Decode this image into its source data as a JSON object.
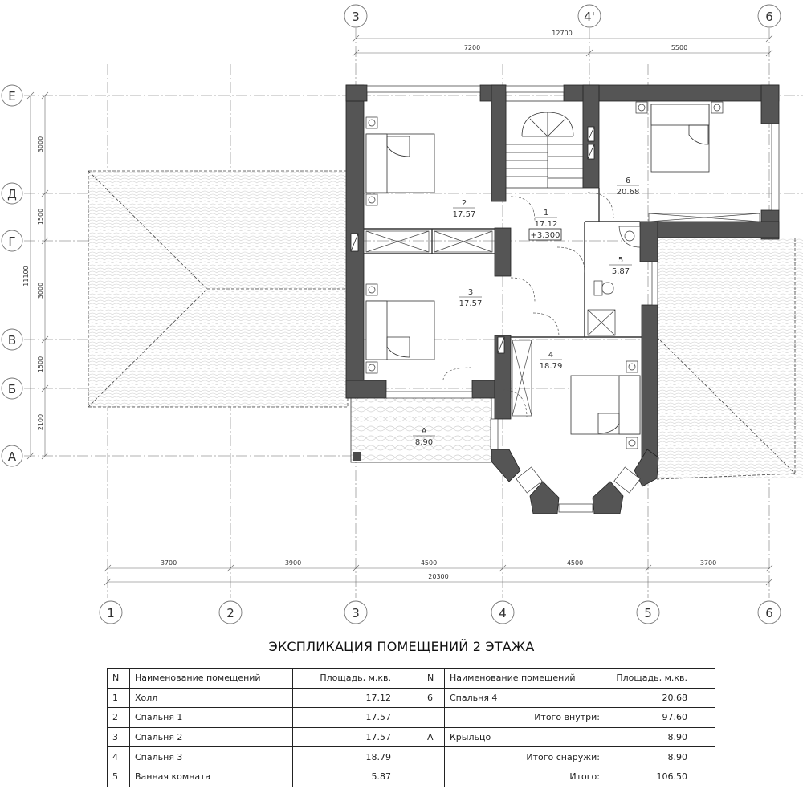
{
  "plan": {
    "top_axes": [
      "3",
      "4'",
      "6"
    ],
    "bottom_axes": [
      "1",
      "2",
      "3",
      "4",
      "5",
      "6"
    ],
    "left_axes": [
      "Е",
      "Д",
      "Г",
      "В",
      "Б",
      "А"
    ],
    "top_total": "12700",
    "top_segments": [
      "7200",
      "5500"
    ],
    "bottom_total": "20300",
    "bottom_segments": [
      "3700",
      "3900",
      "4500",
      "4500",
      "3700"
    ],
    "left_total": "11100",
    "left_segments": [
      "3000",
      "1500",
      "3000",
      "1500",
      "2100"
    ],
    "rooms": [
      {
        "num": "1",
        "area": "17.12",
        "level": "+3.300"
      },
      {
        "num": "2",
        "area": "17.57"
      },
      {
        "num": "3",
        "area": "17.57"
      },
      {
        "num": "4",
        "area": "18.79"
      },
      {
        "num": "5",
        "area": "5.87"
      },
      {
        "num": "6",
        "area": "20.68"
      },
      {
        "num": "А",
        "area": "8.90"
      }
    ]
  },
  "table": {
    "title": "ЭКСПЛИКАЦИЯ ПОМЕЩЕНИЙ 2 ЭТАЖА",
    "headers": {
      "n": "N",
      "name": "Наименование помещений",
      "area": "Площадь, м.кв.",
      "n2": "N",
      "name2": "Наименование помещений",
      "area2": "Площадь, м.кв."
    },
    "rows": [
      {
        "n": "1",
        "name": "Холл",
        "area": "17.12",
        "n2": "6",
        "name2": "Спальня 4",
        "area2": "20.68"
      },
      {
        "n": "2",
        "name": "Спальня 1",
        "area": "17.57",
        "n2": "",
        "name2": "Итого внутри:",
        "area2": "97.60"
      },
      {
        "n": "3",
        "name": "Спальня 2",
        "area": "17.57",
        "n2": "А",
        "name2": "Крыльцо",
        "area2": "8.90"
      },
      {
        "n": "4",
        "name": "Спальня 3",
        "area": "18.79",
        "n2": "",
        "name2": "Итого снаружи:",
        "area2": "8.90"
      },
      {
        "n": "5",
        "name": "Ванная комната",
        "area": "5.87",
        "n2": "",
        "name2": "Итого:",
        "area2": "106.50"
      }
    ]
  }
}
